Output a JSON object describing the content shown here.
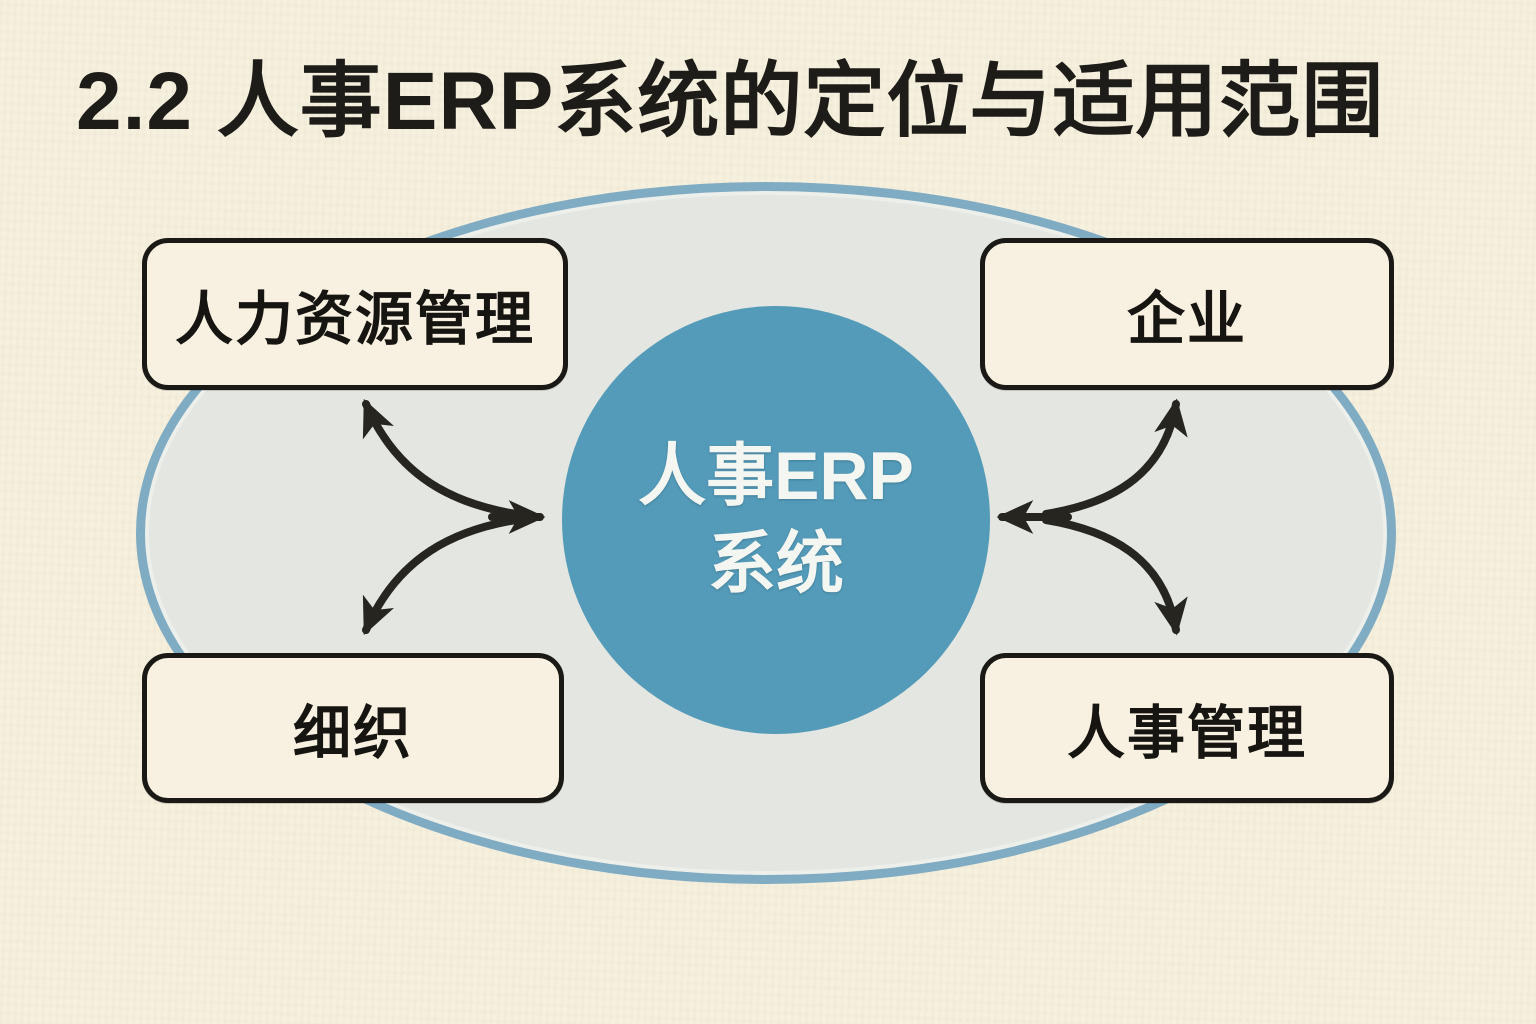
{
  "title": "2.2 人事ERP系统的定位与适用范围",
  "diagram": {
    "center_node": {
      "line1": "人事ERP",
      "line2": "系统"
    },
    "nodes": [
      {
        "position": "top-left",
        "label": "人力资源管理"
      },
      {
        "position": "top-right",
        "label": "企业"
      },
      {
        "position": "bottom-left",
        "label": "细织"
      },
      {
        "position": "bottom-right",
        "label": "人事管理"
      }
    ],
    "connectors": [
      {
        "from": "center",
        "to": "top-left",
        "type": "double-headed-curved-arrow"
      },
      {
        "from": "center",
        "to": "bottom-left",
        "type": "double-headed-curved-arrow"
      },
      {
        "from": "center",
        "to": "top-right",
        "type": "double-headed-curved-arrow"
      },
      {
        "from": "center",
        "to": "bottom-right",
        "type": "double-headed-curved-arrow"
      }
    ],
    "colors": {
      "background": "#f6f0de",
      "ellipse_fill": "#e3e6e1",
      "ellipse_border": "#7fabc3",
      "circle_fill": "#539bb9",
      "circle_text": "#f4f6f2",
      "box_fill": "#f8f1e1",
      "box_border": "#1a1915",
      "arrow": "#26251f",
      "title_text": "#1d1c18"
    }
  }
}
